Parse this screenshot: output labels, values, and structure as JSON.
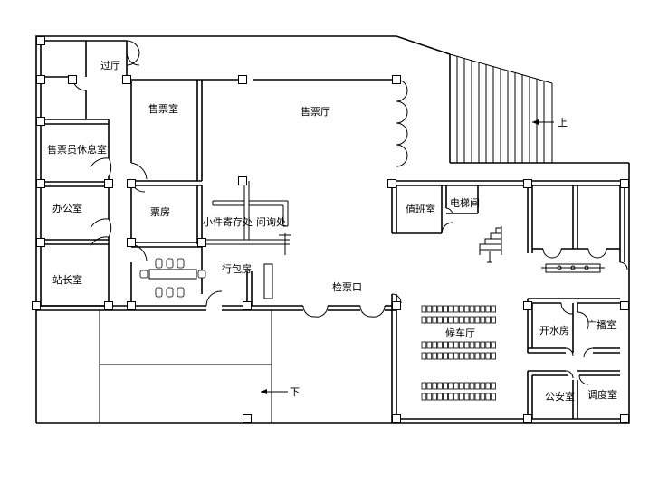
{
  "rooms": {
    "guoting": "过厅",
    "shoupiaoshi": "售票室",
    "shoupiaoting": "售票厅",
    "xiuxishi": "售票员休息室",
    "bangongshi": "办公室",
    "piaofang": "票房",
    "xiaojian": "小件寄存处",
    "wenxun": "问询处",
    "zhibanshi": "值班室",
    "dianti": "电梯间",
    "zhanzhangshi": "站长室",
    "xingbaofang": "行包房",
    "jianpiao": "检票口",
    "houche": "候车厅",
    "kaishuifang": "开水房",
    "guangbo": "广播室",
    "gongan": "公安室",
    "diaodu": "调度室"
  },
  "stairs": {
    "up": "上",
    "down": "下"
  }
}
